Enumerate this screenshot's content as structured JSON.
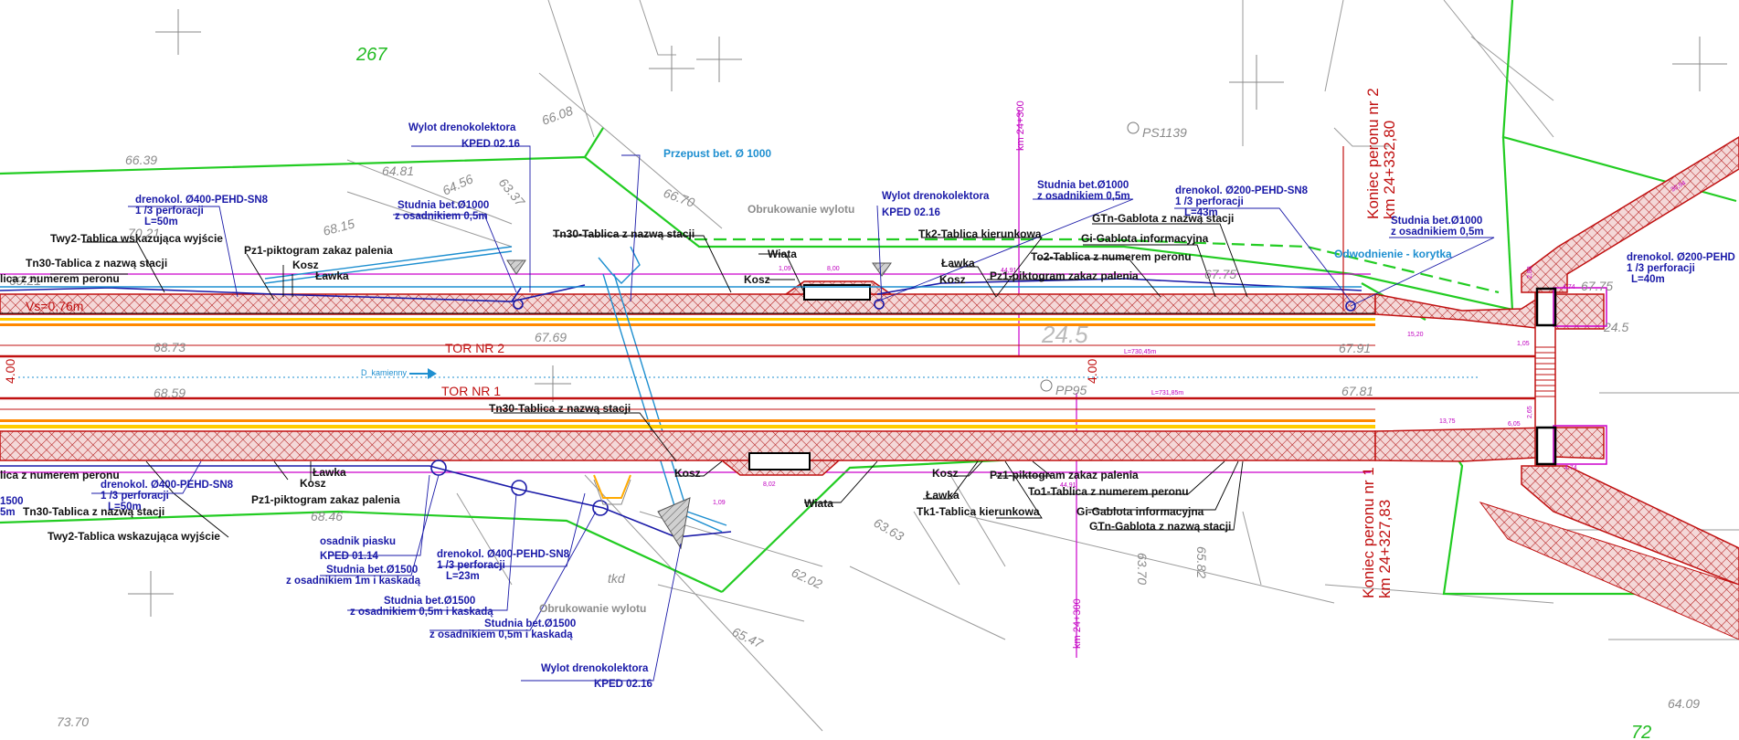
{
  "parcel": {
    "number": "267",
    "number2": "72"
  },
  "km_marks": {
    "top": "km 24+300",
    "bottom": "km 24+300"
  },
  "platform_ends": {
    "p2_title": "Koniec peronu nr 2",
    "p2_km": "km 24+332,80",
    "p1_title": "Koniec peronu nr 1",
    "p1_km": "km 24+327,83"
  },
  "tracks": {
    "tor2": "TOR NR 2",
    "tor1": "TOR NR 1",
    "cable": "D_kamienny",
    "axis_dim_left": "4.00",
    "axis_dim_mid": "4.00",
    "speed": "Vs=0,76m"
  },
  "points": {
    "ps": "PS1139",
    "pp": "PP95"
  },
  "elevations": {
    "e1": "66.39",
    "e2": "64.81",
    "e3": "66.08",
    "e4": "64.56",
    "e5": "66.70",
    "e6": "63.37",
    "e7": "68.15",
    "e8": "70.21",
    "e9": "68.73",
    "e10": "68.59",
    "e11": "67.69",
    "e12": "67.91",
    "e13": "67.81",
    "e14": "68.46",
    "e15": "63.63",
    "e16": "62.02",
    "e17": "65.47",
    "e18": "63.70",
    "e19": "65.82",
    "e20": "73.70",
    "e21": "64.09",
    "e22": "67.75",
    "e23": "24.5",
    "e24": "69.21",
    "e25": "tkd"
  },
  "labels_top": {
    "wylot1_a": "Wylot drenokolektora",
    "wylot1_b": "KPED 02.16",
    "przepust": "Przepust bet. Ø 1000",
    "obruk_top": "Obrukowanie wylotu",
    "wylot2_a": "Wylot drenokolektora",
    "wylot2_b": "KPED 02.16",
    "studnia_t1_a": "Studnia bet.Ø1000",
    "studnia_t1_b": "z osadnikiem 0,5m",
    "studnia_t2_a": "Studnia bet.Ø1000",
    "studnia_t2_b": "z osadnikiem 0,5m",
    "studnia_t3_a": "Studnia bet.Ø1000",
    "studnia_t3_b": "z osadnikiem 0,5m",
    "dren_l_a": "drenokol. Ø400-PEHD-SN8",
    "dren_l_b": "1 /3 perforacji",
    "dren_l_c": "L=50m",
    "dren_r_a": "drenokol. Ø200-PEHD-SN8",
    "dren_r_b": "1 /3 perforacji",
    "dren_r_c": "L=43m",
    "dren_rr_a": "drenokol. Ø200-PEHD",
    "dren_rr_b": "1 /3 perforacji",
    "dren_rr_c": "L=40m",
    "twy2": "Twy2-Tablica wskazująca wyjście",
    "tn30_left": "Tn30-Tablica z nazwą stacji",
    "to_left": "lica z numerem peronu",
    "pz1_top": "Pz1-piktogram zakaz palenia",
    "kosz1": "Kosz",
    "lawka1": "Ławka",
    "tn30_top": "Tn30-Tablica z nazwą stacji",
    "wiata_top": "Wiata",
    "kosz_top": "Kosz",
    "tk2": "Tk2-Tablica kierunkowa",
    "lawka_top": "Ławka",
    "kosz_top2": "Kosz",
    "pz1_top2": "Pz1-piktogram zakaz palenia",
    "to2": "To2-Tablica z numerem peronu",
    "gi_top": "Gi-Gablota informacyjna",
    "gtn_top": "GTn-Gablota z nazwą stacji",
    "odwodnienie": "Odwodnienie - korytka"
  },
  "labels_bottom": {
    "tn30_mid": "Tn30-Tablica z nazwą stacji",
    "to_left_b": "lica z numerem peronu",
    "dren_b_a": "drenokol. Ø400-PEHD-SN8",
    "dren_b_b": "1 /3 perforacji",
    "dren_b_c": "L=50m",
    "tn30_b": "Tn30-Tablica z nazwą stacji",
    "frag_a": "1500",
    "frag_b": "5m",
    "lawka_b": "Ławka",
    "kosz_b": "Kosz",
    "pz1_b": "Pz1-piktogram zakaz palenia",
    "twy2_b": "Twy2-Tablica wskazująca wyjście",
    "osadnik_a": "osadnik piasku",
    "osadnik_b": "KPED 01.14",
    "studnia_b1_a": "Studnia bet.Ø1500",
    "studnia_b1_b": "z osadnikiem 1m i kaskadą",
    "dren_b2_a": "drenokol. Ø400-PEHD-SN8",
    "dren_b2_b": "1 /3 perforacji",
    "dren_b2_c": "L=23m",
    "studnia_b2_a": "Studnia bet.Ø1500",
    "studnia_b2_b": "z osadnikiem 0,5m i kaskadą",
    "studnia_b3_a": "Studnia bet.Ø1500",
    "studnia_b3_b": "z osadnikiem 0,5m i kaskadą",
    "obruk_b": "Obrukowanie wylotu",
    "wylot_b_a": "Wylot drenokolektora",
    "wylot_b_b": "KPED 02.16",
    "kosz_bm": "Kosz",
    "wiata_b": "Wiata",
    "kosz_br": "Kosz",
    "lawka_br": "Ławka",
    "pz1_br": "Pz1-piktogram zakaz palenia",
    "tk1": "Tk1-Tablica kierunkowa",
    "to1": "To1-Tablica z numerem peronu",
    "gi_b": "Gi-Gablota informacyjna",
    "gtn_b": "GTn-Gablota z nazwą stacji"
  },
  "dims": {
    "d1": "1,09",
    "d2": "8,00",
    "d3": "44,91",
    "d4": "8,02",
    "d5": "1,09",
    "d6": "44,91",
    "d7": "L=730,45m",
    "d8": "L=731,85m",
    "d9": "15,20",
    "d10": "30,94",
    "d11": "4,74",
    "d12": "4,74",
    "d13": "2,88",
    "d14": "2,65",
    "d15": "13,75",
    "d16": "6,05",
    "d17": "1,05"
  },
  "colors": {
    "platform": "#c01010",
    "green": "#22cc22",
    "magenta": "#cc00cc",
    "blue": "#1a1aa8",
    "cyan": "#1e8fd0"
  }
}
